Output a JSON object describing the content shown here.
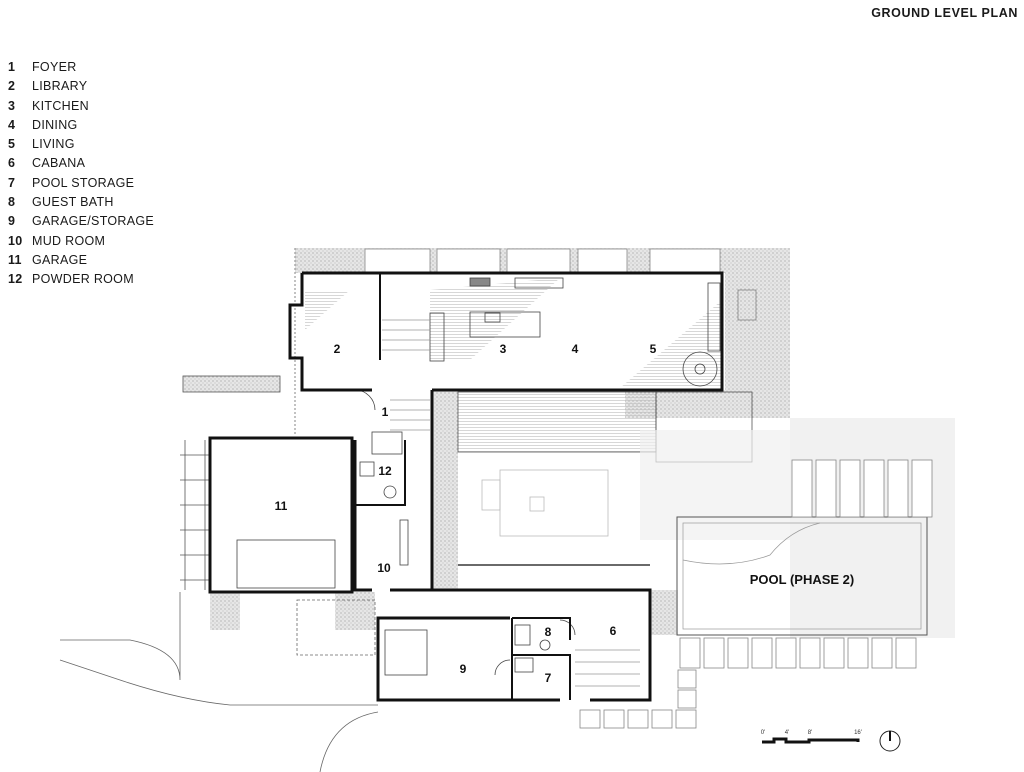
{
  "title": "GROUND LEVEL PLAN",
  "legend": [
    {
      "num": "1",
      "label": "FOYER"
    },
    {
      "num": "2",
      "label": "LIBRARY"
    },
    {
      "num": "3",
      "label": "KITCHEN"
    },
    {
      "num": "4",
      "label": "DINING"
    },
    {
      "num": "5",
      "label": "LIVING"
    },
    {
      "num": "6",
      "label": "CABANA"
    },
    {
      "num": "7",
      "label": "POOL STORAGE"
    },
    {
      "num": "8",
      "label": "GUEST BATH"
    },
    {
      "num": "9",
      "label": "GARAGE/STORAGE"
    },
    {
      "num": "10",
      "label": "MUD ROOM"
    },
    {
      "num": "11",
      "label": "GARAGE"
    },
    {
      "num": "12",
      "label": "POWDER ROOM"
    }
  ],
  "plan": {
    "pool_label": "POOL (PHASE 2)"
  },
  "scale_bar": {
    "ticks": [
      "0'",
      "4'",
      "8'",
      "16'"
    ]
  },
  "north_arrow": "north-arrow-icon",
  "colors": {
    "wall": "#111111",
    "paving": "#d9d9d9",
    "line": "#777777"
  }
}
